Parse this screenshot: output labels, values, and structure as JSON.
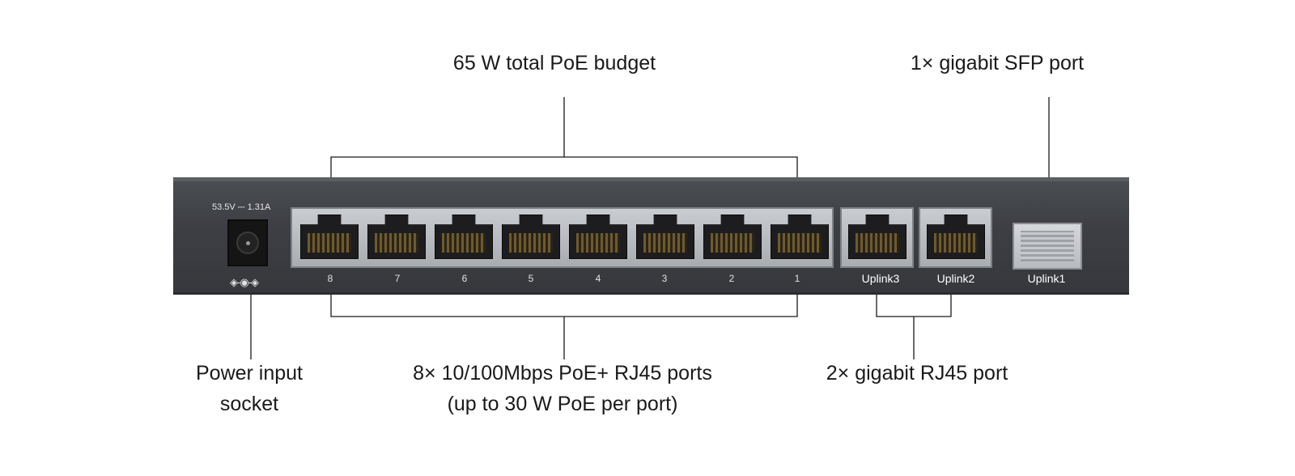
{
  "callouts": {
    "poe_budget": "65 W total PoE budget",
    "sfp": "1× gigabit SFP port",
    "power_line1": "Power input",
    "power_line2": "socket",
    "ports_line1": "8× 10/100Mbps PoE+ RJ45 ports",
    "ports_line2": "(up to 30 W PoE per port)",
    "uplink_rj45": "2× gigabit RJ45 port"
  },
  "device": {
    "power_rating": "53.5V ⎓ 1.31A",
    "polarity": "◈-◉-◈",
    "port_numbers": [
      "8",
      "7",
      "6",
      "5",
      "4",
      "3",
      "2",
      "1"
    ],
    "uplinks": [
      "Uplink3",
      "Uplink2",
      "Uplink1"
    ]
  },
  "colors": {
    "chassis": "#3d3f44",
    "callout_line": "#1a1a1a",
    "label_text": "#1a1a1a"
  }
}
